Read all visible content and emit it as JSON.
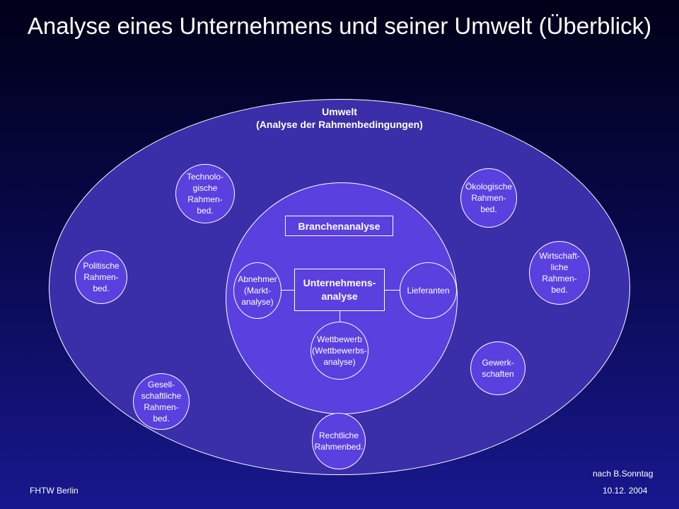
{
  "title": "Analyse eines Unternehmens und seiner Umwelt (Überblick)",
  "environment": {
    "label": "Umwelt\n(Analyse der Rahmenbedingungen)"
  },
  "industry": {
    "label": "Branchenanalyse"
  },
  "company": {
    "label": "Unternehmens-\nanalyse"
  },
  "industry_nodes": {
    "customers": "Abnehmer\n(Markt-\nanalyse)",
    "suppliers": "Lieferanten",
    "competition": "Wettbewerb\n(Wettbewerbs-\nanalyse)"
  },
  "environment_nodes": {
    "technological": "Technolo-\ngische\nRahmen-\nbed.",
    "ecological": "Ökologische\nRahmen-\nbed.",
    "political": "Politische\nRahmen-\nbed.",
    "economic": "Wirtschaft-\nliche\nRahmen-\nbed.",
    "social": "Gesell-\nschaftliche\nRahmen-\nbed.",
    "unions": "Gewerk-\nschaften",
    "legal": "Rechtliche\nRahmenbed."
  },
  "footer": {
    "source": "nach B.Sonntag",
    "institution": "FHTW Berlin",
    "date": "10.12. 2004"
  }
}
